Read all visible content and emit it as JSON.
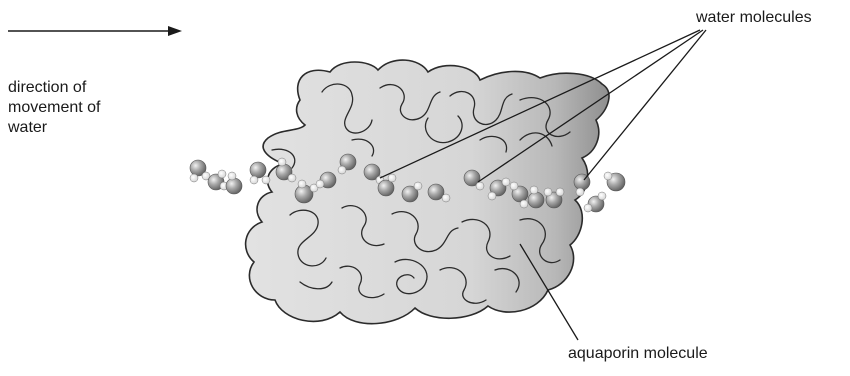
{
  "labels": {
    "direction": [
      "direction of",
      "movement of",
      "water"
    ],
    "water_molecules": "water molecules",
    "aquaporin_molecule": "aquaporin molecule"
  },
  "colors": {
    "protein_fill": "#d9d9d9",
    "protein_shade": "#8f8f8f",
    "outline": "#2b2b2b",
    "oxygen": "#9a9a9a",
    "hydrogen": "#f4f4f4"
  },
  "icons": [
    "arrow-right-icon"
  ]
}
